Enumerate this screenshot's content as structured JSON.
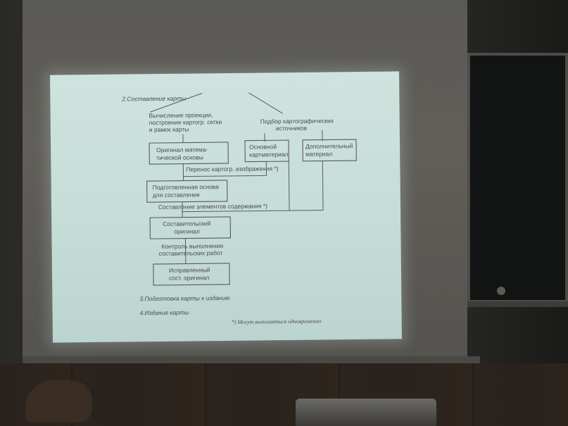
{
  "slide": {
    "heading": "2.Составление карты",
    "step_calc": [
      "Вычисление проекции,",
      "построение картогр. сетки",
      "и рамок карты"
    ],
    "step_select": [
      "Подбор картографических",
      "источников"
    ],
    "box_math": [
      "Оригинал матема-",
      "тической основы"
    ],
    "box_main": [
      "Основной",
      "картматериал"
    ],
    "box_extra": [
      "Дополнительный",
      "материал"
    ],
    "label_transfer": "Перенос картогр. изображения *)",
    "box_prepared": [
      "Подготовленная основа",
      "для составления"
    ],
    "label_compose": "Составление элементов содержания *)",
    "box_original": [
      "Составительский",
      "оригинал"
    ],
    "label_control": [
      "Контроль выполнения",
      "составительских работ"
    ],
    "box_corrected": [
      "Исправленный",
      "сост. оригинал"
    ],
    "step3": "3.Подготовка карты к изданию",
    "step4": "4.Издание карты",
    "footnote": "*) Могут выполняться одновременно"
  }
}
